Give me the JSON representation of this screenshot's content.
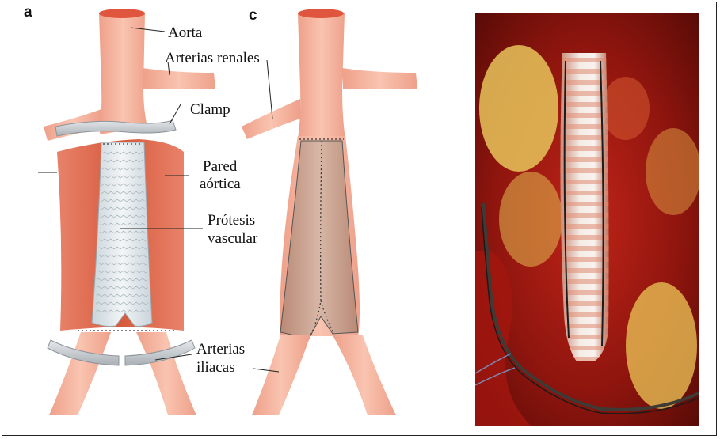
{
  "panels": {
    "a": "a",
    "c": "c"
  },
  "labels": {
    "aorta": "Aorta",
    "renal_arteries": "Arterias renales",
    "clamp": "Clamp",
    "aortic_wall_line1": "Pared",
    "aortic_wall_line2": "aórtica",
    "prosthesis_line1": "Prótesis",
    "prosthesis_line2": "vascular",
    "iliac_line1": "Arterias",
    "iliac_line2": "iliacas"
  },
  "colors": {
    "artery": "#f4b39d",
    "artery_shadow": "#e9947b",
    "artery_top": "#e0553d",
    "aortic_wall": "#d9603f",
    "graft": "#dfe7ec",
    "graft_inside": "#c9a08e",
    "clamp": "#c8ccd0",
    "suture": "#333333"
  }
}
